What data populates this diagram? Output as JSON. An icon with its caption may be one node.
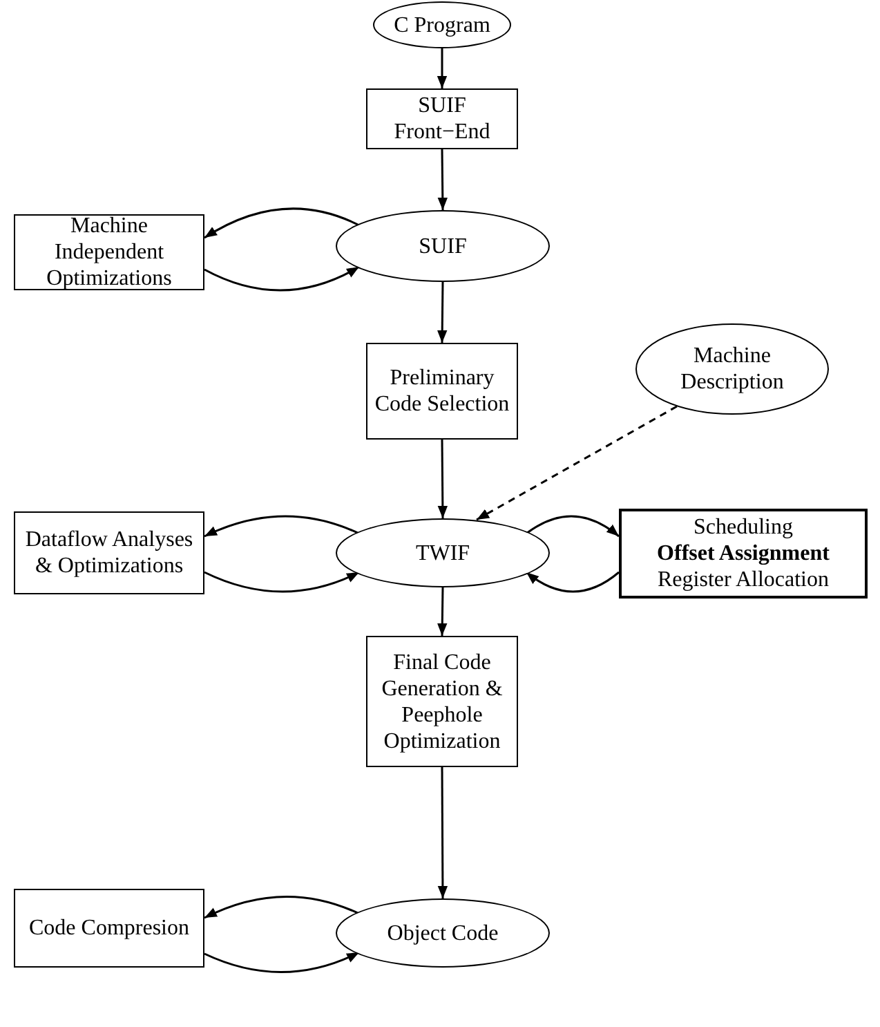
{
  "diagram": {
    "nodes": [
      {
        "text": [
          "C Program"
        ]
      },
      {
        "text": [
          "SUIF Front−End"
        ]
      },
      {
        "text": [
          "Machine Independent Optimizations"
        ]
      },
      {
        "text": [
          "SUIF"
        ]
      },
      {
        "text": [
          "Machine Description"
        ]
      },
      {
        "text": [
          "Preliminary Code Selection"
        ]
      },
      {
        "text": [
          "Dataflow Analyses & Optimizations"
        ]
      },
      {
        "text": [
          "TWIF"
        ]
      },
      {
        "text": [
          "Scheduling",
          "Offset Assignment",
          "Register Allocation"
        ]
      },
      {
        "text": [
          "Final Code Generation & Peephole Optimization"
        ]
      },
      {
        "text": [
          "Code Compresion"
        ]
      },
      {
        "text": [
          "Object Code"
        ]
      }
    ],
    "edges": [
      {
        "from": 0,
        "to": 1,
        "arrow": "to"
      },
      {
        "from": 1,
        "to": 3,
        "arrow": "to"
      },
      {
        "from": 3,
        "to": 2,
        "arrow": "to"
      },
      {
        "from": 2,
        "to": 3,
        "arrow": "to"
      },
      {
        "from": 3,
        "to": 5,
        "arrow": "to"
      },
      {
        "from": 4,
        "to": 7,
        "arrow": "to",
        "style": "dashed"
      },
      {
        "from": 5,
        "to": 7,
        "arrow": "to"
      },
      {
        "from": 7,
        "to": 6,
        "arrow": "to"
      },
      {
        "from": 6,
        "to": 7,
        "arrow": "to"
      },
      {
        "from": 7,
        "to": 8,
        "arrow": "to"
      },
      {
        "from": 8,
        "to": 7,
        "arrow": "to"
      },
      {
        "from": 7,
        "to": 9,
        "arrow": "to"
      },
      {
        "from": 9,
        "to": 11,
        "arrow": "to"
      },
      {
        "from": 11,
        "to": 10,
        "arrow": "to"
      },
      {
        "from": 10,
        "to": 11,
        "arrow": "to"
      }
    ]
  }
}
